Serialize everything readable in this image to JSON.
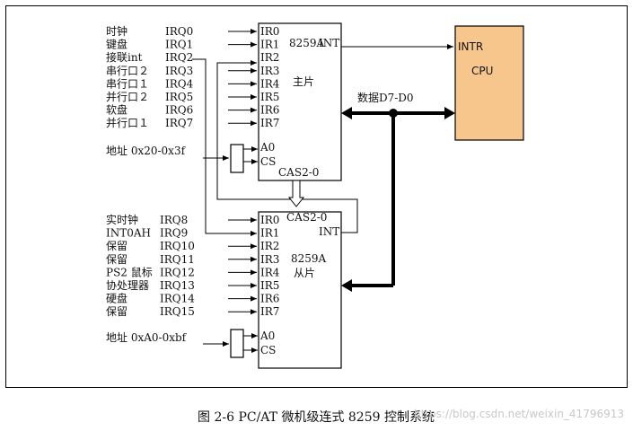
{
  "diagram": {
    "colors": {
      "cpu_fill": "#f7c68c",
      "line": "#000000",
      "watermark": "#c8c8c8"
    },
    "master": {
      "inputs": [
        "IR0",
        "IR1",
        "IR2",
        "IR3",
        "IR4",
        "IR5",
        "IR6",
        "IR7"
      ],
      "chip": "8259A",
      "role": "主片",
      "int_label": "INT",
      "cas_label": "CAS2-0",
      "a0_label": "A0",
      "cs_label": "CS"
    },
    "slave": {
      "inputs": [
        "IR0",
        "IR1",
        "IR2",
        "IR3",
        "IR4",
        "IR5",
        "IR6",
        "IR7"
      ],
      "chip": "8259A",
      "role": "从片",
      "int_label": "INT",
      "cas_label": "CAS2-0",
      "a0_label": "A0",
      "cs_label": "CS"
    },
    "master_sources": [
      {
        "name": "时钟",
        "irq": "IRQ0"
      },
      {
        "name": "键盘",
        "irq": "IRQ1"
      },
      {
        "name": "接联int",
        "irq": "IRQ2"
      },
      {
        "name": "串行口２",
        "irq": "IRQ3"
      },
      {
        "name": "串行口１",
        "irq": "IRQ4"
      },
      {
        "name": "并行口２",
        "irq": "IRQ5"
      },
      {
        "name": "软盘",
        "irq": "IRQ6"
      },
      {
        "name": "并行口１",
        "irq": "IRQ7"
      }
    ],
    "slave_sources": [
      {
        "name": "实时钟",
        "irq": "IRQ8"
      },
      {
        "name": "INT0AH",
        "irq": "IRQ9"
      },
      {
        "name": "保留",
        "irq": "IRQ10"
      },
      {
        "name": "保留",
        "irq": "IRQ11"
      },
      {
        "name": "PS2 鼠标",
        "irq": "IRQ12"
      },
      {
        "name": "协处理器",
        "irq": "IRQ13"
      },
      {
        "name": "硬盘",
        "irq": "IRQ14"
      },
      {
        "name": "保留",
        "irq": "IRQ15"
      }
    ],
    "master_address": "地址 0x20-0x3f",
    "slave_address": "地址 0xA0-0xbf",
    "bus_label": "数据D7-D0",
    "cpu": {
      "intr": "INTR",
      "name": "CPU"
    }
  },
  "caption": "图 2-6 PC/AT 微机级连式 8259 控制系统",
  "watermark": "https://blog.csdn.net/weixin_41796913"
}
